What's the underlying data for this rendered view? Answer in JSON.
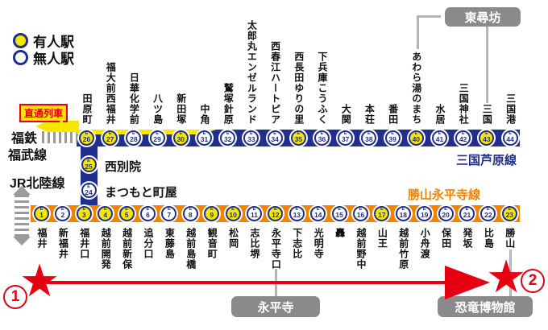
{
  "legend": {
    "staffed_label": "有人駅",
    "unstaffed_label": "無人駅"
  },
  "annotations": {
    "through_train": "直通列車",
    "fukutetsu": "福鉄",
    "fukubu_line": "福武線",
    "jr_hokuriku": "JR北陸線",
    "tojinbo": "東尋坊",
    "eiheiji": "永平寺",
    "dinosaur_museum": "恐竜博物館",
    "marker1": "1",
    "marker2": "2"
  },
  "colors": {
    "line_blue": "#202f8e",
    "line_orange": "#f08300",
    "staffed_yellow": "#f7e700",
    "unstaffed_white": "#ffffff",
    "annotation_red": "#e60012",
    "landmark_gray": "#8a8a8a",
    "connector_gray": "#b5b5b5"
  },
  "lines": {
    "mikuni_awara": {
      "name": "三国芦原線",
      "stations": [
        {
          "code": "E",
          "num": "26",
          "name": "田原町",
          "staffed": true
        },
        {
          "code": "E",
          "num": "27",
          "name": "福大前西福井",
          "staffed": true
        },
        {
          "code": "E",
          "num": "28",
          "name": "日華化学前",
          "staffed": false
        },
        {
          "code": "E",
          "num": "29",
          "name": "八ツ島",
          "staffed": false
        },
        {
          "code": "E",
          "num": "30",
          "name": "新田塚",
          "staffed": true
        },
        {
          "code": "E",
          "num": "31",
          "name": "中角",
          "staffed": false
        },
        {
          "code": "E",
          "num": "32",
          "name": "鷲塚針原",
          "staffed": false
        },
        {
          "code": "E",
          "num": "33",
          "name": "太郎丸エンゼルランド",
          "staffed": false
        },
        {
          "code": "E",
          "num": "34",
          "name": "西春江ハートピア",
          "staffed": false
        },
        {
          "code": "E",
          "num": "35",
          "name": "西長田ゆりの里",
          "staffed": true
        },
        {
          "code": "E",
          "num": "36",
          "name": "下兵庫こうふく",
          "staffed": false
        },
        {
          "code": "E",
          "num": "37",
          "name": "大関",
          "staffed": false
        },
        {
          "code": "E",
          "num": "38",
          "name": "本荘",
          "staffed": false
        },
        {
          "code": "E",
          "num": "39",
          "name": "番田",
          "staffed": false
        },
        {
          "code": "E",
          "num": "40",
          "name": "あわら湯のまち",
          "staffed": true
        },
        {
          "code": "E",
          "num": "41",
          "name": "水居",
          "staffed": false
        },
        {
          "code": "E",
          "num": "42",
          "name": "三国神社",
          "staffed": false
        },
        {
          "code": "E",
          "num": "43",
          "name": "三国",
          "staffed": true
        },
        {
          "code": "E",
          "num": "44",
          "name": "三国港",
          "staffed": false
        }
      ]
    },
    "branch": {
      "stations": [
        {
          "code": "E",
          "num": "25",
          "name": "西別院",
          "staffed": true
        },
        {
          "code": "E",
          "num": "24",
          "name": "まつもと町屋",
          "staffed": false
        }
      ]
    },
    "katsuyama_eiheiji": {
      "name": "勝山永平寺線",
      "stations": [
        {
          "code": "E",
          "num": "1",
          "name": "福井",
          "staffed": true
        },
        {
          "code": "E",
          "num": "2",
          "name": "新福井",
          "staffed": false
        },
        {
          "code": "E",
          "num": "3",
          "name": "福井口",
          "staffed": true
        },
        {
          "code": "E",
          "num": "4",
          "name": "越前開発",
          "staffed": true
        },
        {
          "code": "E",
          "num": "5",
          "name": "越前新保",
          "staffed": true
        },
        {
          "code": "E",
          "num": "6",
          "name": "追分口",
          "staffed": false
        },
        {
          "code": "E",
          "num": "7",
          "name": "東藤島",
          "staffed": false
        },
        {
          "code": "E",
          "num": "8",
          "name": "越前島橋",
          "staffed": false
        },
        {
          "code": "E",
          "num": "9",
          "name": "観音町",
          "staffed": true
        },
        {
          "code": "E",
          "num": "10",
          "name": "松岡",
          "staffed": true
        },
        {
          "code": "E",
          "num": "11",
          "name": "志比堺",
          "staffed": false
        },
        {
          "code": "E",
          "num": "12",
          "name": "永平寺口",
          "staffed": true
        },
        {
          "code": "E",
          "num": "13",
          "name": "下志比",
          "staffed": false
        },
        {
          "code": "E",
          "num": "14",
          "name": "光明寺",
          "staffed": false
        },
        {
          "code": "E",
          "num": "15",
          "name": "轟",
          "staffed": false
        },
        {
          "code": "E",
          "num": "16",
          "name": "越前野中",
          "staffed": false
        },
        {
          "code": "E",
          "num": "17",
          "name": "山王",
          "staffed": true
        },
        {
          "code": "E",
          "num": "18",
          "name": "越前竹原",
          "staffed": false
        },
        {
          "code": "E",
          "num": "19",
          "name": "小舟渡",
          "staffed": false
        },
        {
          "code": "E",
          "num": "20",
          "name": "保田",
          "staffed": false
        },
        {
          "code": "E",
          "num": "21",
          "name": "発坂",
          "staffed": false
        },
        {
          "code": "E",
          "num": "22",
          "name": "比島",
          "staffed": false
        },
        {
          "code": "E",
          "num": "23",
          "name": "勝山",
          "staffed": true
        }
      ]
    }
  }
}
